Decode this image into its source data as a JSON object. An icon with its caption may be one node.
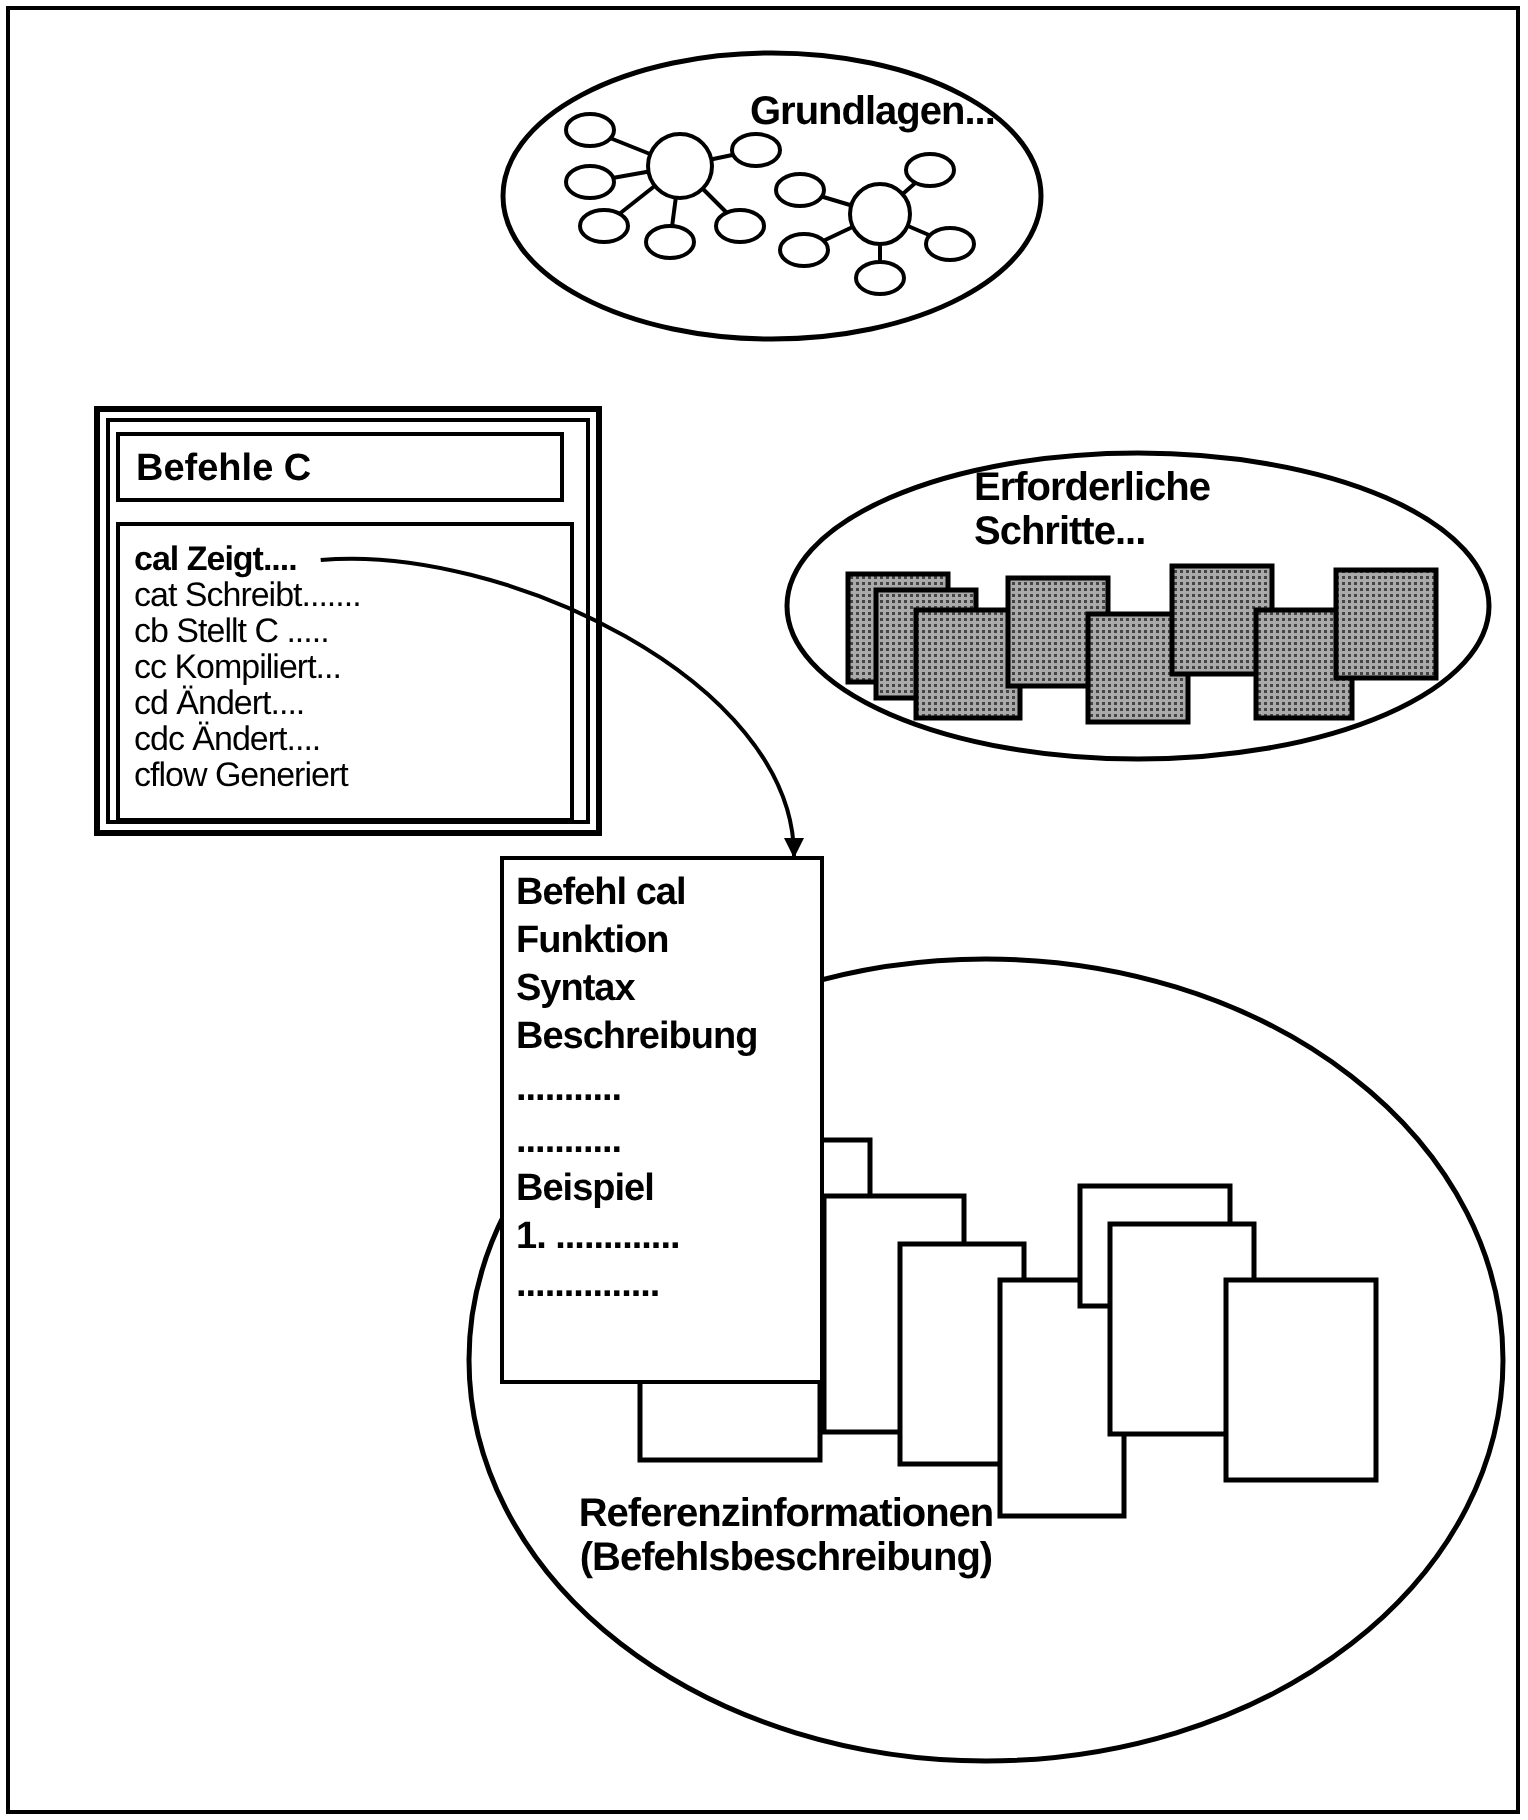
{
  "diagram": {
    "nodes": [
      {
        "text": [
          "Grundlagen..."
        ]
      },
      {
        "text": [
          "Befehle C"
        ]
      },
      {
        "text": [],
        "shape": "box",
        "in": 1
      },
      {
        "text": [
          "cal  Zeigt...."
        ],
        "in": 2
      },
      {
        "text": [
          "cat Schreibt......."
        ],
        "in": 2
      },
      {
        "text": [
          "cb  Stellt C ....."
        ],
        "in": 2
      },
      {
        "text": [
          "cc  Kompiliert..."
        ],
        "in": 2
      },
      {
        "text": [
          "cd  Ändert...."
        ],
        "in": 2
      },
      {
        "text": [
          "cdc Ändert...."
        ],
        "in": 2
      },
      {
        "text": [
          "cflow Generiert"
        ],
        "in": 2
      },
      {
        "text": [
          "Erforderliche Schritte..."
        ]
      },
      {
        "text": [
          "Referenzinformationen (Befehlsbeschreibung)"
        ]
      },
      {
        "text": [
          "Befehl cal",
          "Funktion",
          "Syntax",
          "Beschreibung",
          "...........",
          "...........",
          "Beispiel",
          "1.   .............",
          "..............."
        ]
      }
    ],
    "edges": [
      {
        "from": 3,
        "to": 12,
        "arrow": "to"
      }
    ]
  }
}
